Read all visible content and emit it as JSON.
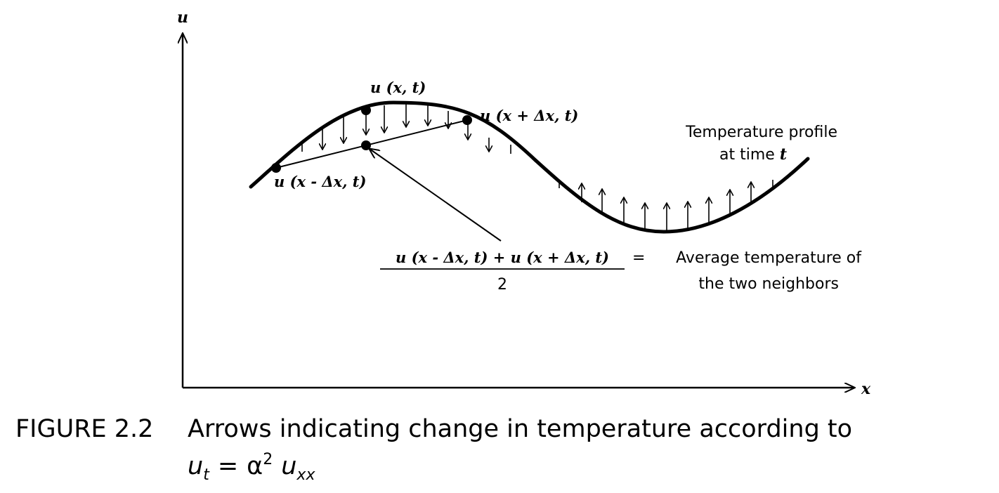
{
  "axes": {
    "y_label": "u",
    "x_label": "x"
  },
  "points": {
    "center": "u (x, t)",
    "right": "u (x + Δx, t)",
    "left": "u (x - Δx, t)"
  },
  "profile_label": {
    "line1": "Temperature profile",
    "line2_text": "at time ",
    "line2_var": "t"
  },
  "average": {
    "numerator": "u (x - Δx, t) + u (x + Δx, t)",
    "denominator": "2",
    "equals": "=",
    "desc_line1": "Average temperature of",
    "desc_line2": "the two neighbors"
  },
  "caption": {
    "number": "FIGURE 2.2",
    "text": "Arrows indicating change in temperature according to",
    "eq_lhs": "u",
    "eq_lhs_sub": "t",
    "eq_eq": "=",
    "eq_alpha": "α",
    "eq_sup": "2",
    "eq_rhs": "u",
    "eq_rhs_sub": "xx"
  }
}
